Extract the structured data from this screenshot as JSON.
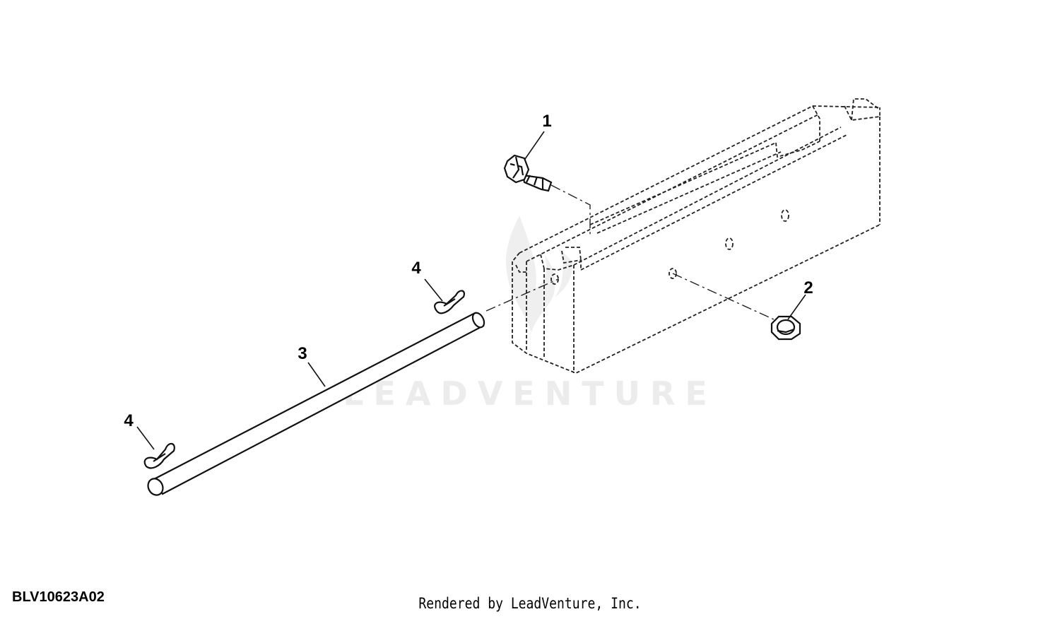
{
  "diagram": {
    "drawing_number": "BLV10623A02",
    "rendered_by": "Rendered by LeadVenture, Inc.",
    "watermark": "LEADVENTURE",
    "callouts": [
      {
        "id": "1",
        "label": "1",
        "part": "bolt"
      },
      {
        "id": "2",
        "label": "2",
        "part": "nut"
      },
      {
        "id": "3",
        "label": "3",
        "part": "rod"
      },
      {
        "id": "4a",
        "label": "4",
        "part": "clip"
      },
      {
        "id": "4b",
        "label": "4",
        "part": "clip"
      }
    ]
  }
}
